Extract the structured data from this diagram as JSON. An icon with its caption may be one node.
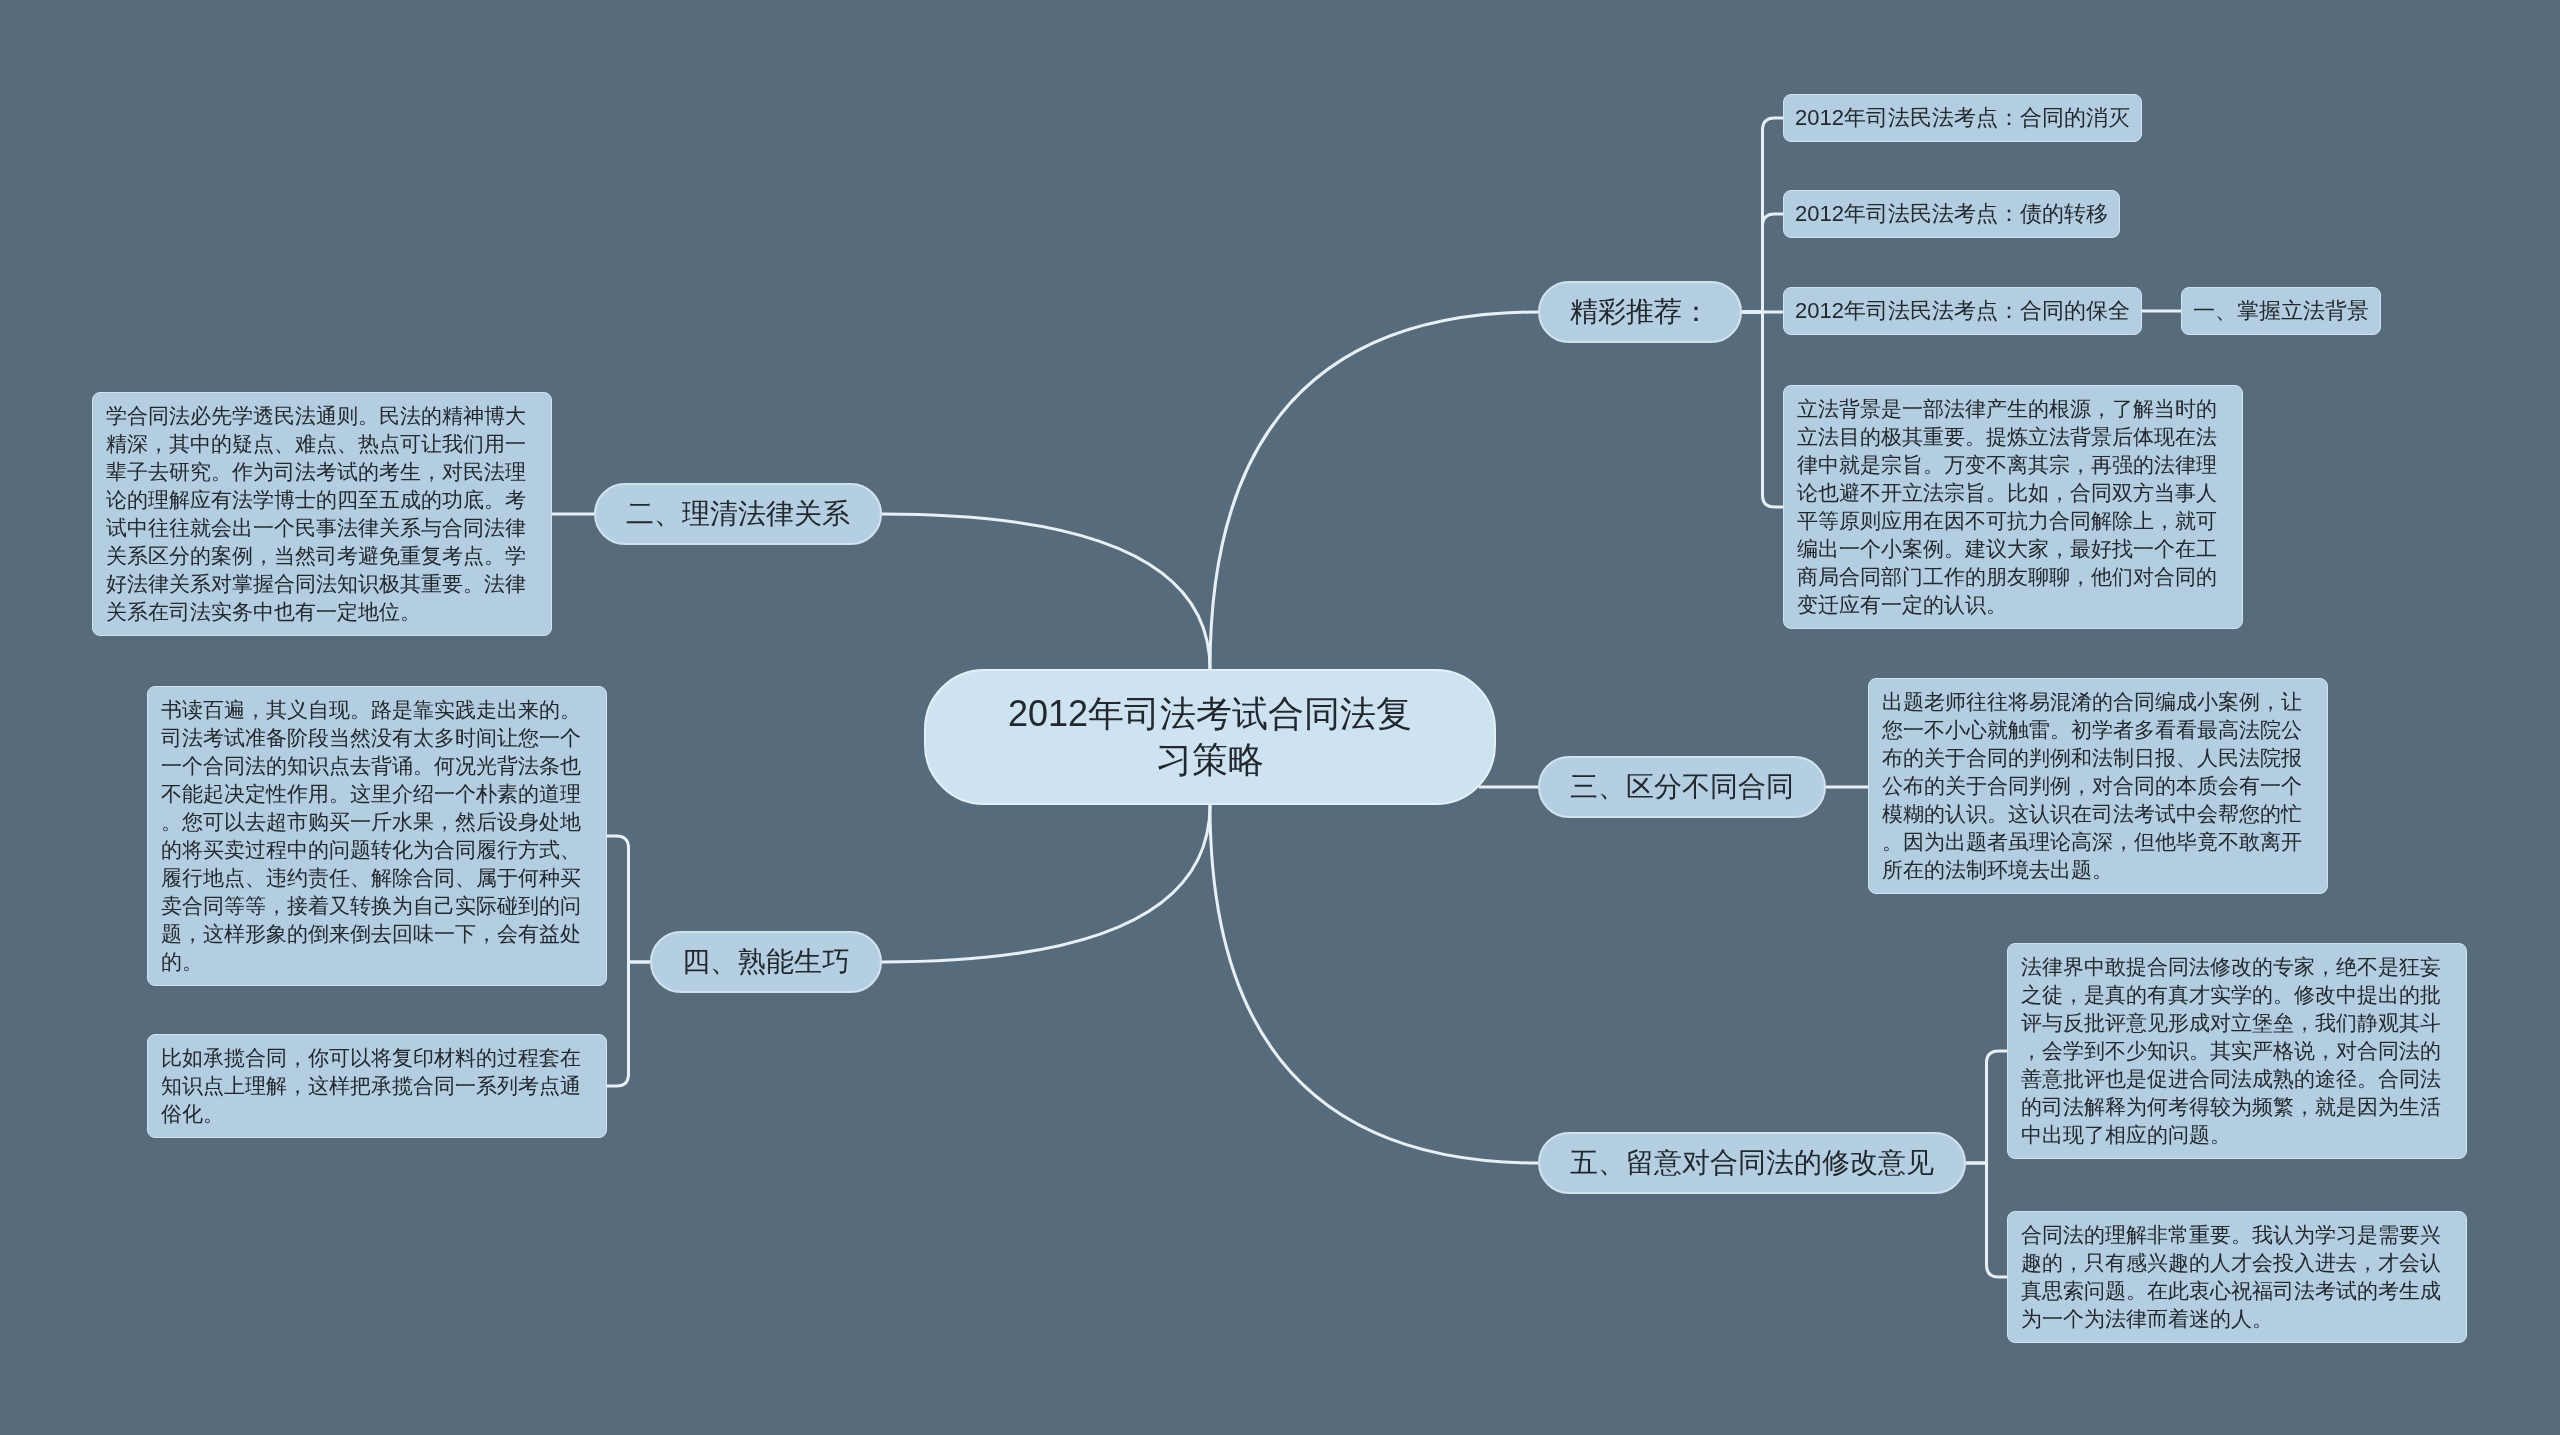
{
  "diagram": {
    "nodes": [
      {
        "text": [
          "2012年司法考试合同法复习策略"
        ]
      },
      {
        "text": [
          "精彩推荐："
        ]
      },
      {
        "text": [
          "2012年司法民法考点：合同的消灭"
        ]
      },
      {
        "text": [
          "2012年司法民法考点：债的转移"
        ]
      },
      {
        "text": [
          "2012年司法民法考点：合同的保全"
        ]
      },
      {
        "text": [
          "一、掌握立法背景"
        ]
      },
      {
        "text": [
          "立法背景是一部法律产生的根源，了解当时的立法目的极其重要。提炼立法背景后体现在法律中就是宗旨。万变不离其宗，再强的法律理论也避不开立法宗旨。比如，合同双方当事人平等原则应用在因不可抗力合同解除上，就可编出一个小案例。建议大家，最好找一个在工商局合同部门工作的朋友聊聊，他们对合同的变迁应有一定的认识。"
        ]
      },
      {
        "text": [
          "二、理清法律关系"
        ]
      },
      {
        "text": [
          "学合同法必先学透民法通则。民法的精神博大精深，其中的疑点、难点、热点可让我们用一辈子去研究。作为司法考试的考生，对民法理论的理解应有法学博士的四至五成的功底。考试中往往就会出一个民事法律关系与合同法律关系区分的案例，当然司考避免重复考点。学好法律关系对掌握合同法知识极其重要。法律关系在司法实务中也有一定地位。"
        ]
      },
      {
        "text": [
          "三、区分不同合同"
        ]
      },
      {
        "text": [
          "出题老师往往将易混淆的合同编成小案例，让您一不小心就触雷。初学者多看看最高法院公布的关于合同的判例和法制日报、人民法院报公布的关于合同判例，对合同的本质会有一个模糊的认识。这认识在司法考试中会帮您的忙。因为出题者虽理论高深，但他毕竟不敢离开所在的法制环境去出题。"
        ]
      },
      {
        "text": [
          "四、熟能生巧"
        ]
      },
      {
        "text": [
          "书读百遍，其义自现。路是靠实践走出来的。司法考试准备阶段当然没有太多时间让您一个一个合同法的知识点去背诵。何况光背法条也不能起决定性作用。这里介绍一个朴素的道理。您可以去超市购买一斤水果，然后设身处地的将买卖过程中的问题转化为合同履行方式、履行地点、违约责任、解除合同、属于何种买卖合同等等，接着又转换为自己实际碰到的问题，这样形象的倒来倒去回味一下，会有益处的。"
        ]
      },
      {
        "text": [
          "比如承揽合同，你可以将复印材料的过程套在知识点上理解，这样把承揽合同一系列考点通俗化。"
        ]
      },
      {
        "text": [
          "五、留意对合同法的修改意见"
        ]
      },
      {
        "text": [
          "法律界中敢提合同法修改的专家，绝不是狂妄之徒，是真的有真才实学的。修改中提出的批评与反批评意见形成对立堡垒，我们静观其斗，会学到不少知识。其实严格说，对合同法的善意批评也是促进合同法成熟的途径。合同法的司法解释为何考得较为频繁，就是因为生活中出现了相应的问题。"
        ]
      },
      {
        "text": [
          "合同法的理解非常重要。我认为学习是需要兴趣的，只有感兴趣的人才会投入进去，才会认真思索问题。在此衷心祝福司法考试的考生成为一个为法律而着迷的人。"
        ]
      }
    ],
    "edges": [
      {
        "from": 0,
        "to": 1,
        "arrow": "none"
      },
      {
        "from": 1,
        "to": 2,
        "arrow": "none"
      },
      {
        "from": 1,
        "to": 3,
        "arrow": "none"
      },
      {
        "from": 1,
        "to": 4,
        "arrow": "none"
      },
      {
        "from": 4,
        "to": 5,
        "arrow": "none"
      },
      {
        "from": 1,
        "to": 6,
        "arrow": "none"
      },
      {
        "from": 0,
        "to": 7,
        "arrow": "none"
      },
      {
        "from": 7,
        "to": 8,
        "arrow": "none"
      },
      {
        "from": 0,
        "to": 9,
        "arrow": "none"
      },
      {
        "from": 9,
        "to": 10,
        "arrow": "none"
      },
      {
        "from": 0,
        "to": 11,
        "arrow": "none"
      },
      {
        "from": 11,
        "to": 12,
        "arrow": "none"
      },
      {
        "from": 11,
        "to": 13,
        "arrow": "none"
      },
      {
        "from": 0,
        "to": 14,
        "arrow": "none"
      },
      {
        "from": 14,
        "to": 15,
        "arrow": "none"
      },
      {
        "from": 14,
        "to": 16,
        "arrow": "none"
      }
    ]
  }
}
